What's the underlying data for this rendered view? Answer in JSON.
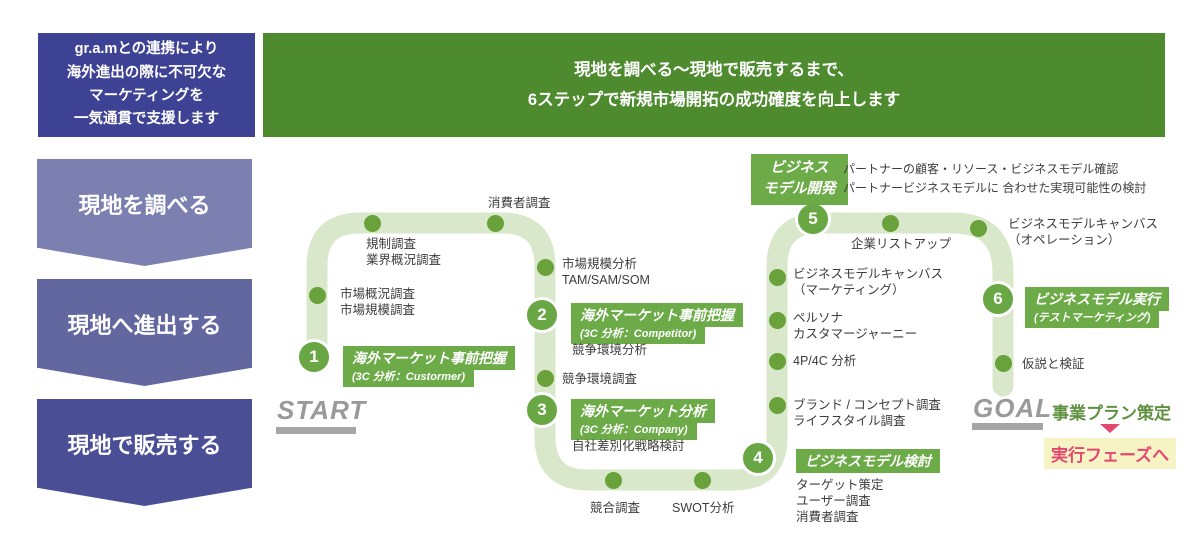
{
  "colors": {
    "banner_green": "#4e8a2e",
    "accent_green": "#6cab48",
    "path_green": "#d9e8ca",
    "navy_box": "#3e4294",
    "phase_blues": [
      "#7c80b1",
      "#63679f",
      "#4a4e95"
    ],
    "pink": "#e5476f",
    "highlight_yellow": "#f6f4c5",
    "terminal_gray": "#9a9a9a"
  },
  "intro": {
    "text": "gr.a.mとの連携により\n海外進出の際に不可欠な\nマーケティングを\n一気通貫で支援します"
  },
  "banner": {
    "text": "現地を調べる～現地で販売するまで、\n6ステップで新規市場開拓の成功確度を向上します"
  },
  "phases": [
    {
      "label": "現地を調べる"
    },
    {
      "label": "現地へ進出する"
    },
    {
      "label": "現地で販売する"
    }
  ],
  "steps": [
    {
      "number": "1",
      "title": "海外マーケット事前把握",
      "subtitle": "(3C 分析：Custormer)"
    },
    {
      "number": "2",
      "title": "海外マーケット事前把握",
      "subtitle": "(3C 分析：Competitor)"
    },
    {
      "number": "3",
      "title": "海外マーケット分析",
      "subtitle": "(3C 分析：Company)"
    },
    {
      "number": "4",
      "title": "ビジネスモデル検討"
    },
    {
      "number": "5",
      "title": "ビジネス\nモデル開発",
      "note": "パートナーの顧客・リソース・ビジネスモデル確認\nパートナービジネスモデルに 合わせた実現可能性の検討"
    },
    {
      "number": "6",
      "title": "ビジネスモデル実行",
      "subtitle": "(テストマーケティング)"
    }
  ],
  "annotations": [
    {
      "text": "消費者調査"
    },
    {
      "text": "規制調査\n業界概況調査"
    },
    {
      "text": "市場概況調査\n市場規模調査"
    },
    {
      "text": "市場規模分析\nTAM/SAM/SOM"
    },
    {
      "text": "競争環境分析"
    },
    {
      "text": "競争環境調査"
    },
    {
      "text": "自社差別化戦略検討"
    },
    {
      "text": "競合調査"
    },
    {
      "text": "SWOT分析"
    },
    {
      "text": "ターゲット策定\nユーザー調査\n消費者調査"
    },
    {
      "text": "ブランド / コンセプト調査\nライフスタイル調査"
    },
    {
      "text": "4P/4C 分析"
    },
    {
      "text": "ペルソナ\nカスタマージャーニー"
    },
    {
      "text": "ビジネスモデルキャンバス\n（マーケティング）"
    },
    {
      "text": "企業リストアップ"
    },
    {
      "text": "ビジネスモデルキャンバス\n（オペレーション）"
    },
    {
      "text": "仮説と検証"
    }
  ],
  "footer": {
    "start": "START",
    "goal": "GOAL",
    "plan": "事業プラン策定",
    "next": "実行フェーズへ"
  }
}
